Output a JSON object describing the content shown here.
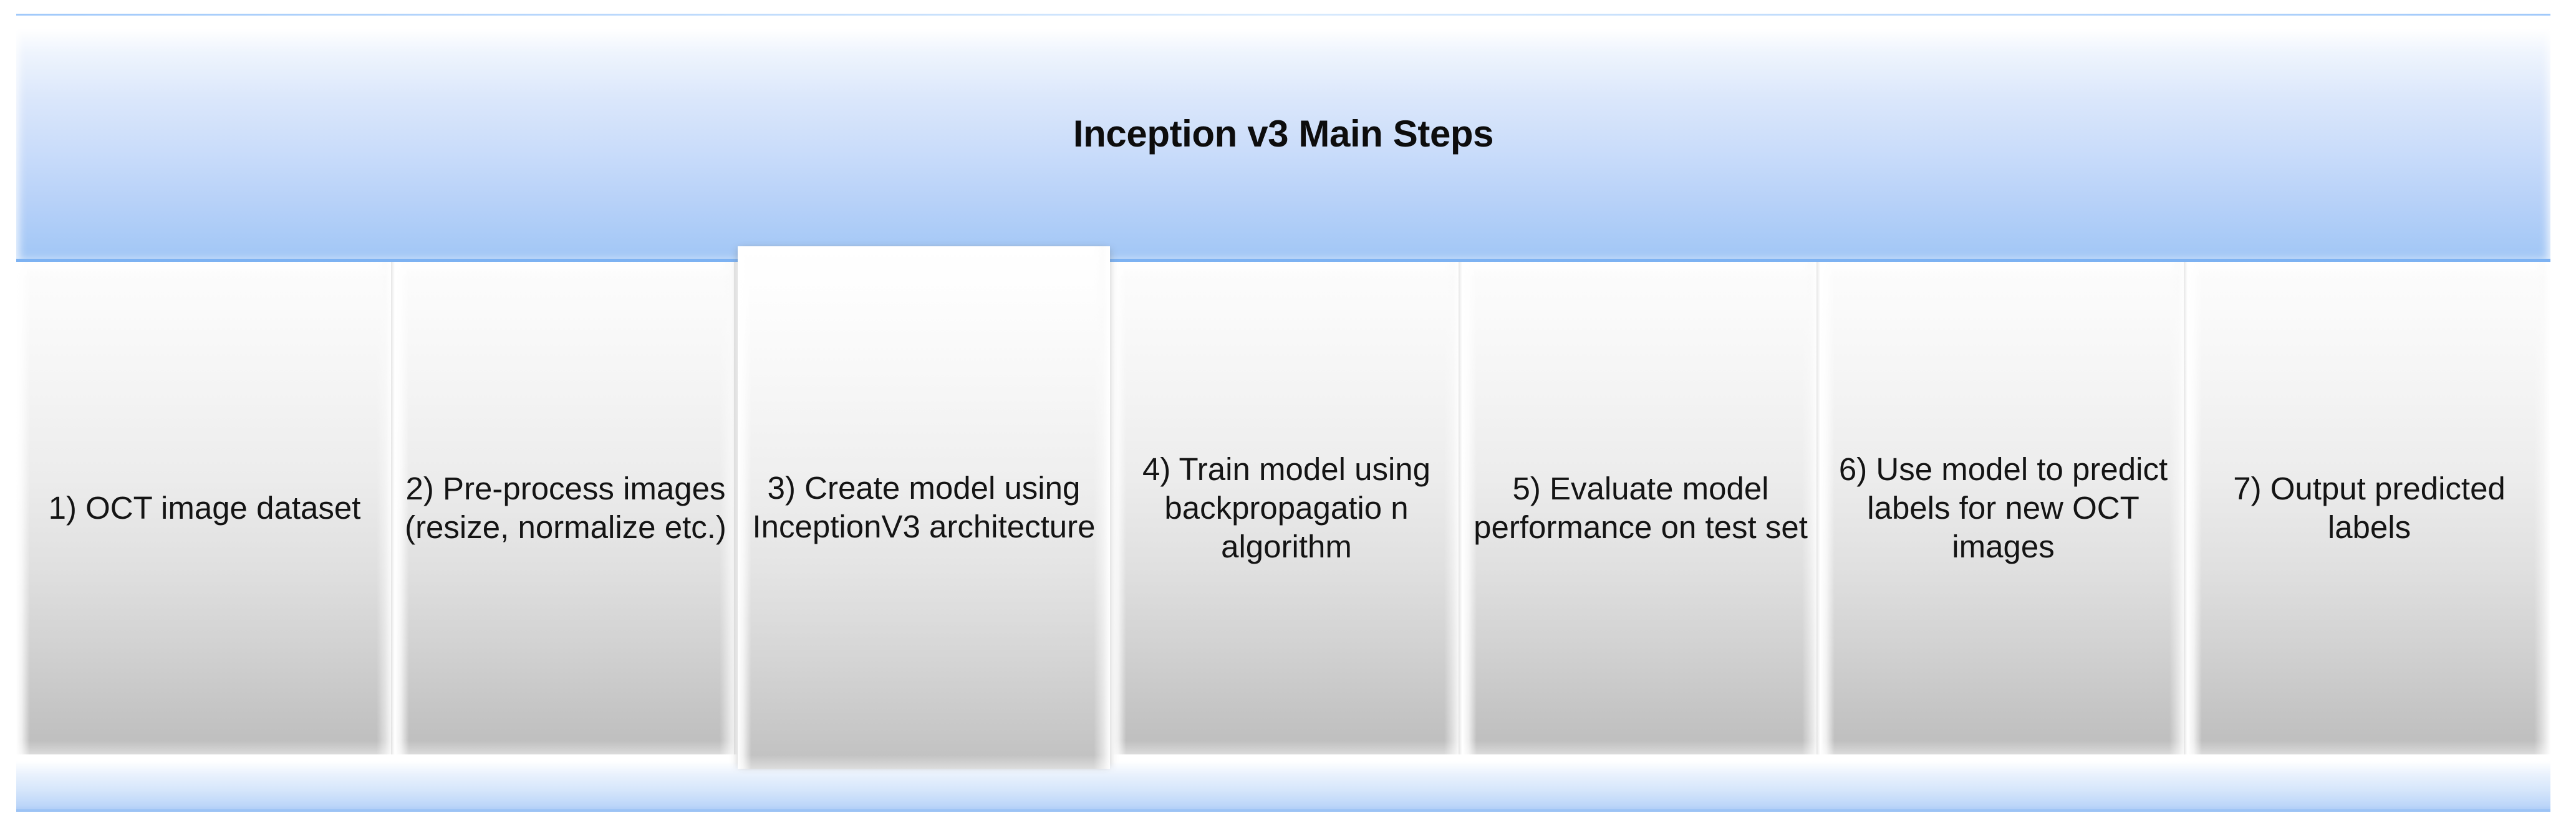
{
  "header": {
    "title": "Inception v3 Main Steps",
    "accent_color": "#7db2f2",
    "banner_gradient_top": "#ffffff",
    "banner_gradient_bottom": "#8fbcf4"
  },
  "process": {
    "box_fill_top": "#fcfcfc",
    "box_fill_bottom": "#bdbdbd",
    "text_color": "#141414",
    "steps": [
      {
        "index": "1",
        "label": "1) OCT image dataset",
        "raised": false
      },
      {
        "index": "2",
        "label": "2) Pre-process images (resize, normalize etc.)",
        "raised": false
      },
      {
        "index": "3",
        "label": "3) Create model using InceptionV3 architecture",
        "raised": true
      },
      {
        "index": "4",
        "label": "4) Train model using backpropagatio n algorithm",
        "raised": false
      },
      {
        "index": "5",
        "label": "5) Evaluate model performance on test set",
        "raised": false
      },
      {
        "index": "6",
        "label": "6) Use model to predict labels for new OCT images",
        "raised": false
      },
      {
        "index": "7",
        "label": "7) Output predicted labels",
        "raised": false
      }
    ]
  },
  "footer": {
    "accent_color": "#9cc3f5"
  }
}
